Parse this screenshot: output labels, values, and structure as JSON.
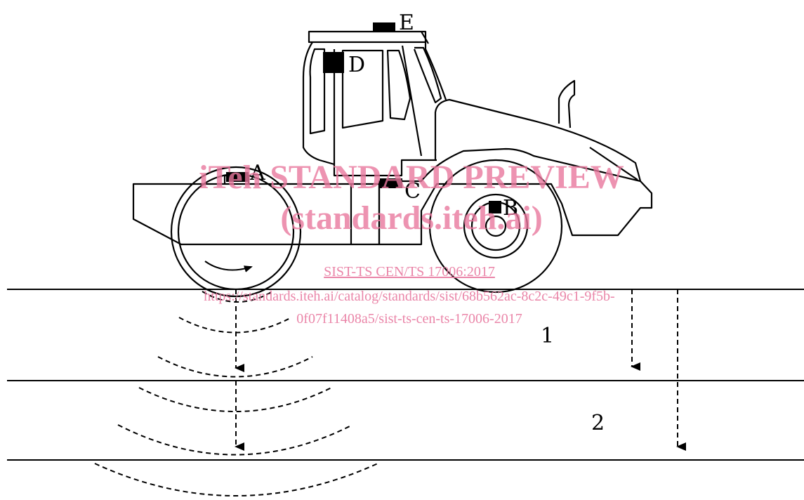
{
  "diagram": {
    "sensor_labels": {
      "a": "A",
      "b": "B",
      "c": "C",
      "d": "D",
      "e": "E"
    },
    "layer_labels": {
      "layer1": "1",
      "layer2": "2"
    }
  },
  "watermark": {
    "line1": "iTeh STANDARD PREVIEW",
    "line2": "(standards.iteh.ai)",
    "link": "SIST-TS CEN/TS 17006:2017",
    "url1": "https://standards.iteh.ai/catalog/standards/sist/68b562ac-8c2c-49c1-9f5b-",
    "url2": "0f07f11408a5/sist-ts-cen-ts-17006-2017"
  },
  "colors": {
    "line": "#000000",
    "watermark": "#e8789e"
  }
}
